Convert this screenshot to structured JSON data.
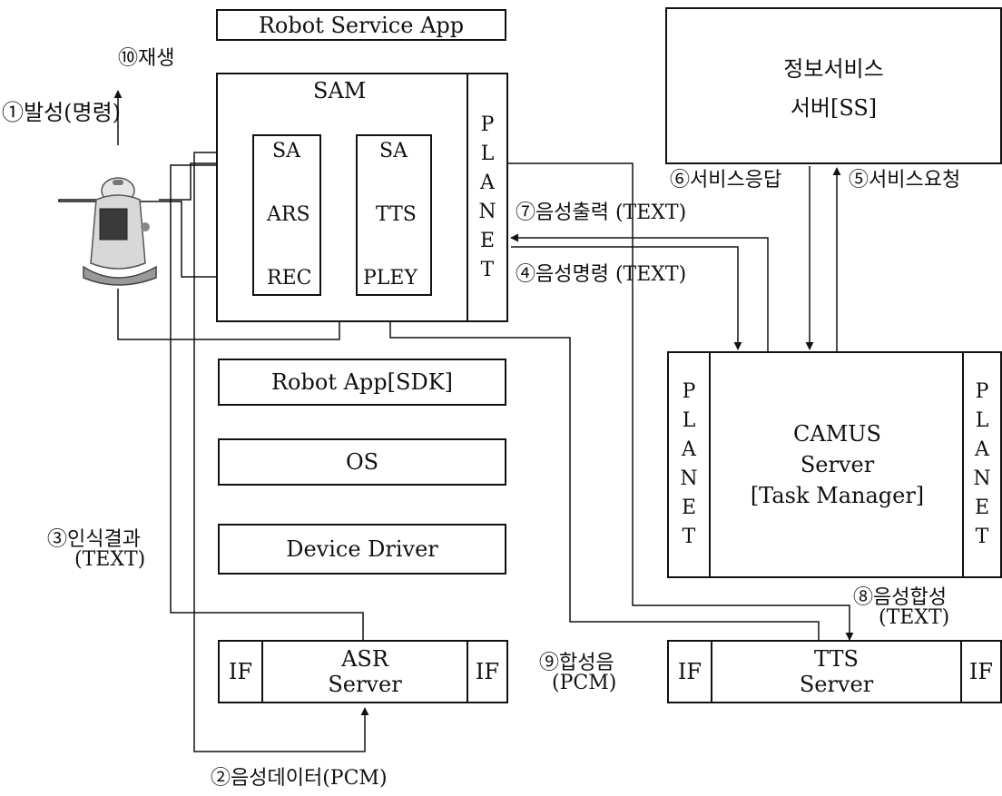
{
  "colors": {
    "line": "#111111",
    "robot_body": "#d8d8d8",
    "robot_screen": "#3a3a3a"
  },
  "top_app": "Robot Service App",
  "sam": {
    "title": "SAM",
    "sa_ars": {
      "top": "SA",
      "mid": "ARS",
      "bottom": "REC"
    },
    "sa_tts": {
      "top": "SA",
      "mid": "TTS",
      "bottom": "PLEY"
    },
    "planet_letters": [
      "P",
      "L",
      "A",
      "N",
      "E",
      "T"
    ]
  },
  "robot_app": "Robot App[SDK]",
  "os": "OS",
  "device_driver": "Device Driver",
  "asr_server": {
    "if_left": "IF",
    "line1": "ASR",
    "line2": "Server",
    "if_right": "IF"
  },
  "tts_server": {
    "if_left": "IF",
    "line1": "TTS",
    "line2": "Server",
    "if_right": "IF"
  },
  "info_server": {
    "line1": "정보서비스",
    "line2": "서버[SS]"
  },
  "camus": {
    "line1": "CAMUS",
    "line2": "Server",
    "line3": "[Task Manager]",
    "planet_left": [
      "P",
      "L",
      "A",
      "N",
      "E",
      "T"
    ],
    "planet_right": [
      "P",
      "L",
      "A",
      "N",
      "E",
      "T"
    ]
  },
  "labels": {
    "l10": "⑩재생",
    "l1": "①발성(명령)",
    "l6": "⑥서비스응답",
    "l5": "⑤서비스요청",
    "l7": "⑦음성출력 (TEXT)",
    "l4": "④음성명령 (TEXT)",
    "l3a": "③인식결과",
    "l3b": "(TEXT)",
    "l8a": "⑧음성합성",
    "l8b": "(TEXT)",
    "l9a": "⑨합성음",
    "l9b": "(PCM)",
    "l2": "②음성데이터(PCM)"
  }
}
